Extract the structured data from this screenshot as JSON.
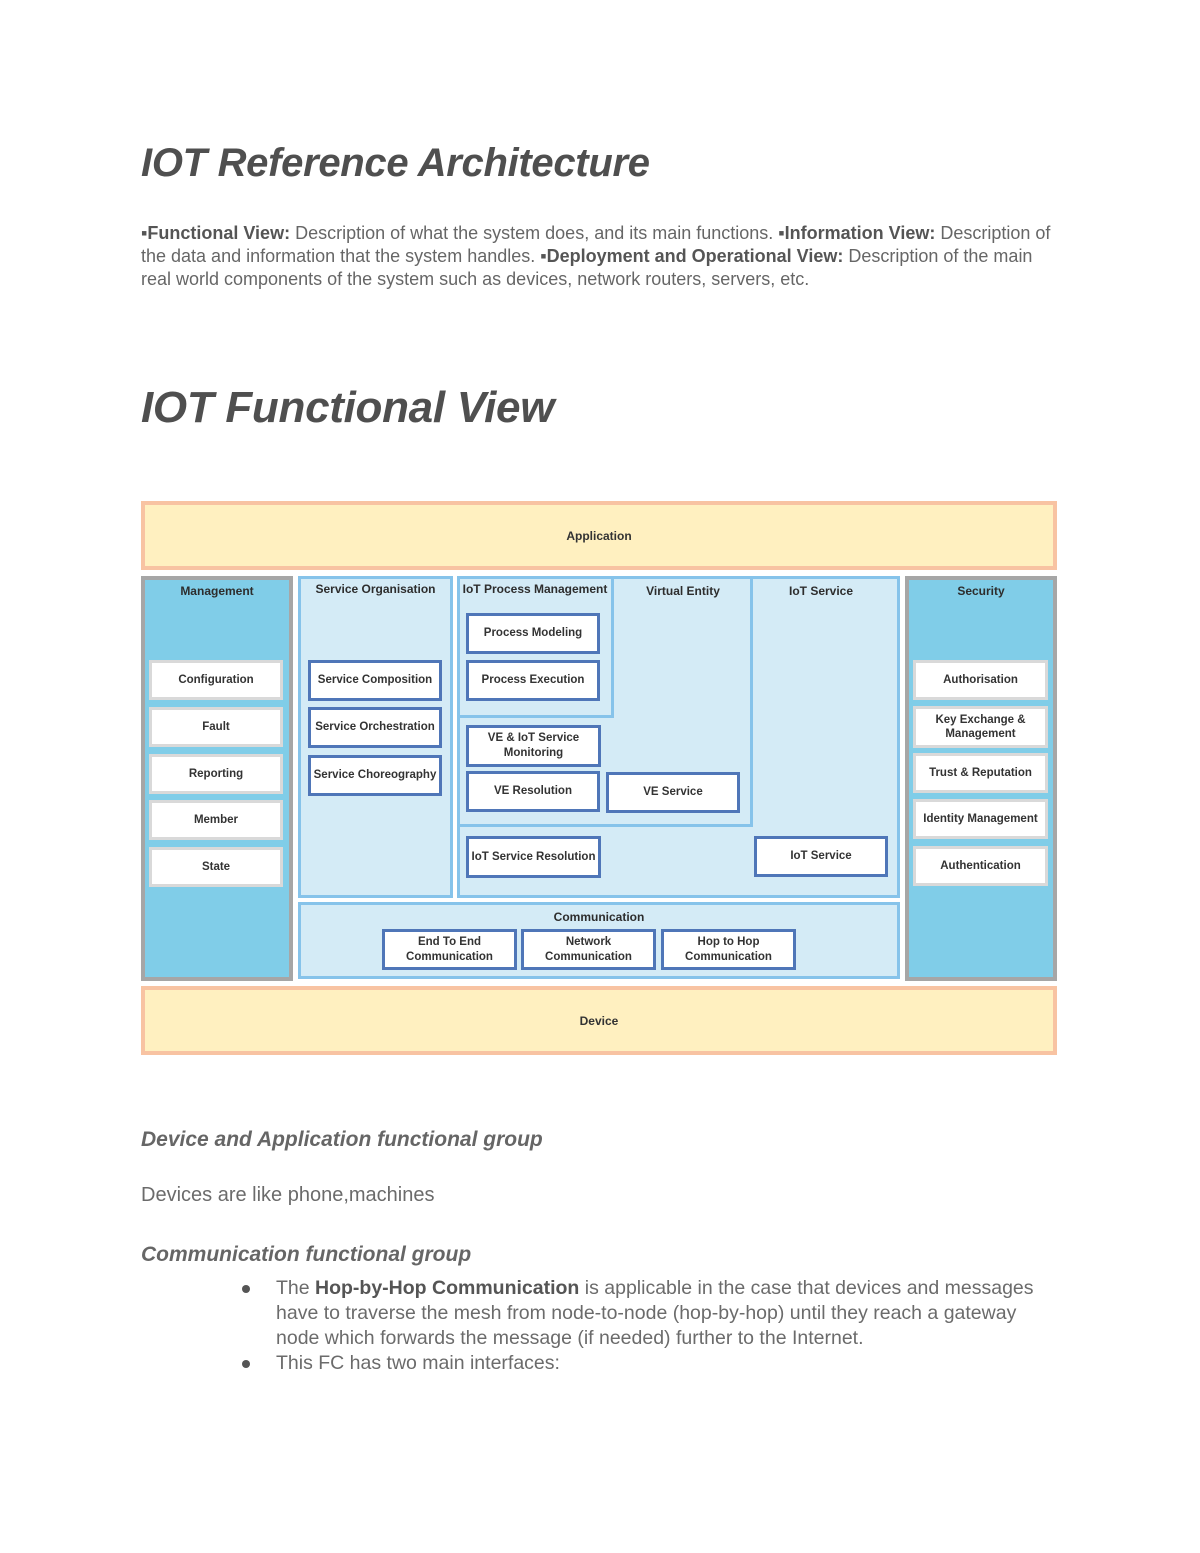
{
  "heading1": "IOT Reference Architecture",
  "intro": {
    "fv_label": "▪Functional View:",
    "fv_text": " Description of what the system does, and its main functions. ",
    "iv_label": "▪Information View:",
    "iv_text": " Description of the data and information that the system handles. ",
    "dv_label": "▪Deployment and Operational View:",
    "dv_text": " Description of the main real world components of the system such as devices, network routers, servers, etc."
  },
  "heading2": "IOT Functional View",
  "diagram": {
    "application": "Application",
    "device": "Device",
    "management": {
      "title": "Management",
      "items": [
        "Configuration",
        "Fault",
        "Reporting",
        "Member",
        "State"
      ]
    },
    "security": {
      "title": "Security",
      "items": [
        "Authorisation",
        "Key Exchange & Management",
        "Trust & Reputation",
        "Identity Management",
        "Authentication"
      ]
    },
    "service_org": {
      "title": "Service Organisation",
      "items": [
        "Service Composition",
        "Service Orchestration",
        "Service Choreography"
      ]
    },
    "process_mgmt": {
      "title": "IoT Process Management",
      "items": [
        "Process Modeling",
        "Process Execution"
      ]
    },
    "virtual_entity": {
      "title": "Virtual Entity",
      "items": [
        "VE & IoT Service Monitoring",
        "VE Resolution",
        "VE Service"
      ]
    },
    "iot_service": {
      "title": "IoT Service",
      "items": [
        "IoT Service Resolution",
        "IoT Service"
      ]
    },
    "communication": {
      "title": "Communication",
      "items": [
        "End To End Communication",
        "Network Communication",
        "Hop to Hop Communication"
      ]
    }
  },
  "heading3a": "Device and Application functional group",
  "para_devices": "Devices are like phone,machines",
  "heading3b": "Communication functional group",
  "bullets": {
    "b1_pre": "The ",
    "b1_bold": "Hop-by-Hop Communication",
    "b1_post": " is applicable in the case that devices and messages have to traverse the mesh from node-to-node (hop-by-hop) until they reach a gateway node which forwards the message (if needed) further to the Internet.",
    "b2": "This FC has two main interfaces:"
  }
}
